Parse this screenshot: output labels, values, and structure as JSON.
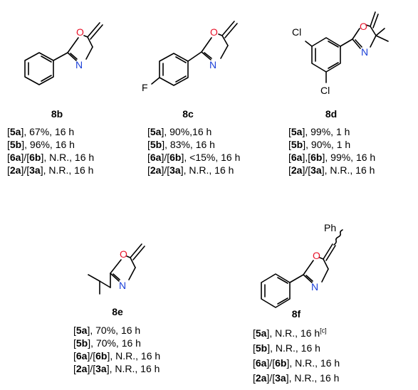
{
  "atoms": {
    "O": "O",
    "N": "N",
    "F": "F",
    "Cl": "Cl",
    "Ph": "Ph"
  },
  "colors": {
    "oxygen": "#e8132a",
    "nitrogen": "#1a3fd8",
    "bond": "#000000"
  },
  "compounds": [
    {
      "id": "8b",
      "label": "8b",
      "conditions": [
        {
          "cat": "5a",
          "rest": "67%, 16 h"
        },
        {
          "cat": "5b",
          "rest": "96%, 16 h"
        },
        {
          "cat": "6a",
          "sep": "/",
          "cat2": "6b",
          "rest": "N.R., 16 h"
        },
        {
          "cat": "2a",
          "sep": "/",
          "cat2": "3a",
          "rest": "N.R., 16 h"
        }
      ]
    },
    {
      "id": "8c",
      "label": "8c",
      "conditions": [
        {
          "cat": "5a",
          "rest": "90%,16 h"
        },
        {
          "cat": "5b",
          "rest": "83%, 16 h"
        },
        {
          "cat": "6a",
          "sep": "/",
          "cat2": "6b",
          "rest": "<15%, 16 h"
        },
        {
          "cat": "2a",
          "sep": "/",
          "cat2": "3a",
          "rest": "N.R., 16 h"
        }
      ]
    },
    {
      "id": "8d",
      "label": "8d",
      "conditions": [
        {
          "cat": "5a",
          "rest": "99%, 1 h"
        },
        {
          "cat": "5b",
          "rest": "90%, 1 h"
        },
        {
          "cat": "6a",
          "sep": ",",
          "cat2": "6b",
          "rest": "99%, 16 h"
        },
        {
          "cat": "2a",
          "sep": "/",
          "cat2": "3a",
          "rest": "N.R., 16 h"
        }
      ]
    },
    {
      "id": "8e",
      "label": "8e",
      "conditions": [
        {
          "cat": "5a",
          "rest": "70%, 16 h"
        },
        {
          "cat": "5b",
          "rest": "70%, 16 h"
        },
        {
          "cat": "6a",
          "sep": "/",
          "cat2": "6b",
          "rest": "N.R., 16 h"
        },
        {
          "cat": "2a",
          "sep": "/",
          "cat2": "3a",
          "rest": "N.R., 16 h"
        }
      ]
    },
    {
      "id": "8f",
      "label": "8f",
      "conditions": [
        {
          "cat": "5a",
          "rest": "N.R., 16 h",
          "sup": "[c]"
        },
        {
          "cat": "5b",
          "rest": "N.R., 16 h"
        },
        {
          "cat": "6a",
          "sep": "/",
          "cat2": "6b",
          "rest": "N.R., 16 h"
        },
        {
          "cat": "2a",
          "sep": "/",
          "cat2": "3a",
          "rest": "N.R., 16 h"
        }
      ]
    }
  ]
}
